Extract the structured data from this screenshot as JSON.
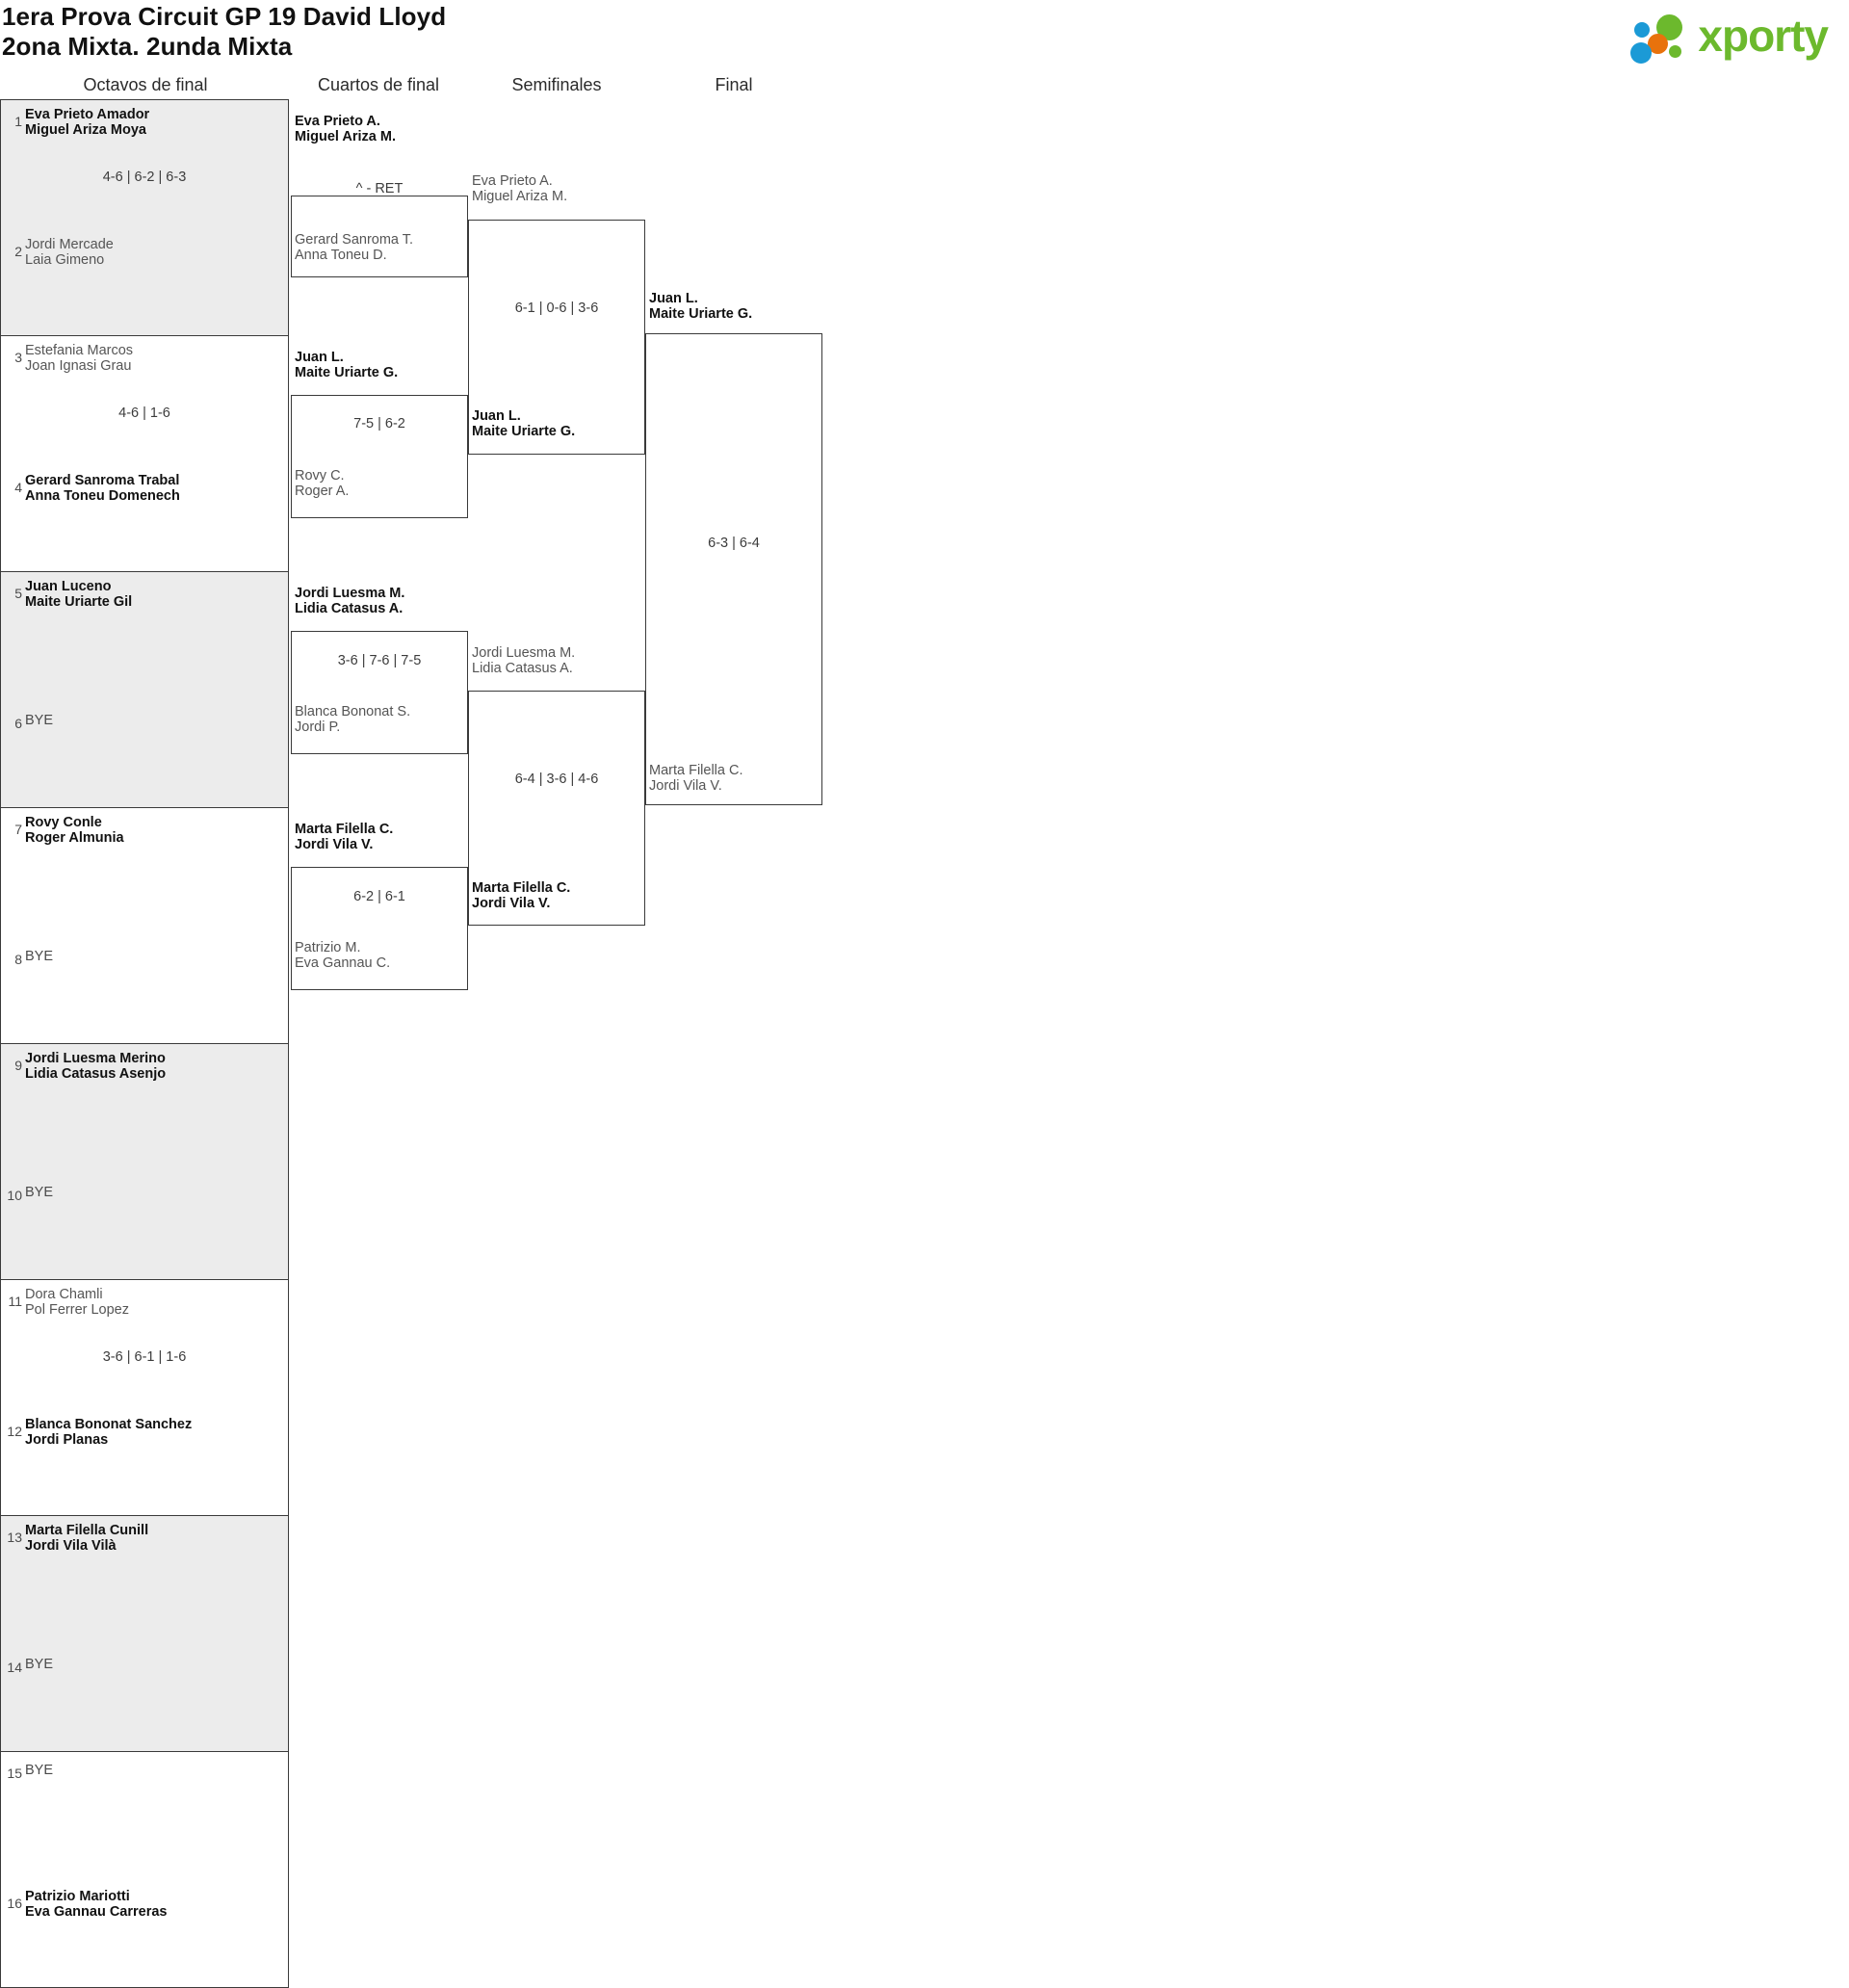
{
  "header": {
    "title_line1": "1era Prova Circuit GP 19 David Lloyd",
    "title_line2": "2ona Mixta. 2unda Mixta",
    "logo_word": "xporty",
    "logo_colors": {
      "green": "#6cb92d",
      "blue": "#1b9ad6",
      "orange": "#e8720c"
    }
  },
  "rounds": [
    {
      "label": "Octavos de final"
    },
    {
      "label": "Cuartos de final"
    },
    {
      "label": "Semifinales"
    },
    {
      "label": "Final"
    }
  ],
  "round1": {
    "matches": [
      {
        "shaded": true,
        "score": "4-6 | 6-2 | 6-3",
        "top": {
          "seed": "1",
          "line1": "Eva Prieto Amador",
          "line2": "Miguel Ariza Moya",
          "winner": true,
          "bye": false
        },
        "bottom": {
          "seed": "2",
          "line1": "Jordi Mercade",
          "line2": "Laia Gimeno",
          "winner": false,
          "bye": false
        }
      },
      {
        "shaded": false,
        "score": "4-6 | 1-6",
        "top": {
          "seed": "3",
          "line1": "Estefania Marcos",
          "line2": "Joan Ignasi Grau",
          "winner": false,
          "bye": false
        },
        "bottom": {
          "seed": "4",
          "line1": "Gerard Sanroma Trabal",
          "line2": "Anna Toneu Domenech",
          "winner": true,
          "bye": false
        }
      },
      {
        "shaded": true,
        "score": "",
        "top": {
          "seed": "5",
          "line1": "Juan Luceno",
          "line2": "Maite Uriarte Gil",
          "winner": true,
          "bye": false
        },
        "bottom": {
          "seed": "6",
          "line1": "BYE",
          "line2": "",
          "winner": false,
          "bye": true
        }
      },
      {
        "shaded": false,
        "score": "",
        "top": {
          "seed": "7",
          "line1": "Rovy Conle",
          "line2": "Roger Almunia",
          "winner": true,
          "bye": false
        },
        "bottom": {
          "seed": "8",
          "line1": "BYE",
          "line2": "",
          "winner": false,
          "bye": true
        }
      },
      {
        "shaded": true,
        "score": "",
        "top": {
          "seed": "9",
          "line1": "Jordi Luesma Merino",
          "line2": "Lidia Catasus Asenjo",
          "winner": true,
          "bye": false
        },
        "bottom": {
          "seed": "10",
          "line1": "BYE",
          "line2": "",
          "winner": false,
          "bye": true
        }
      },
      {
        "shaded": false,
        "score": "3-6 | 6-1 | 1-6",
        "top": {
          "seed": "11",
          "line1": "Dora Chamli",
          "line2": "Pol Ferrer Lopez",
          "winner": false,
          "bye": false
        },
        "bottom": {
          "seed": "12",
          "line1": "Blanca Bononat Sanchez",
          "line2": "Jordi Planas",
          "winner": true,
          "bye": false
        }
      },
      {
        "shaded": true,
        "score": "",
        "top": {
          "seed": "13",
          "line1": "Marta Filella Cunill",
          "line2": "Jordi Vila Vilà",
          "winner": true,
          "bye": false
        },
        "bottom": {
          "seed": "14",
          "line1": "BYE",
          "line2": "",
          "winner": false,
          "bye": true
        }
      },
      {
        "shaded": false,
        "score": "",
        "top": {
          "seed": "15",
          "line1": "BYE",
          "line2": "",
          "winner": false,
          "bye": true
        },
        "bottom": {
          "seed": "16",
          "line1": "Patrizio Mariotti",
          "line2": "Eva Gannau Carreras",
          "winner": true,
          "bye": false
        }
      }
    ]
  },
  "round2": {
    "matches": [
      {
        "score": "^ - RET",
        "top": {
          "line1": "Eva Prieto A.",
          "line2": "Miguel Ariza M.",
          "winner": true
        },
        "bottom": {
          "line1": "Gerard Sanroma T.",
          "line2": "Anna Toneu D.",
          "winner": false
        }
      },
      {
        "score": "7-5 | 6-2",
        "top": {
          "line1": "Juan L.",
          "line2": "Maite Uriarte G.",
          "winner": true
        },
        "bottom": {
          "line1": "Rovy C.",
          "line2": "Roger A.",
          "winner": false
        }
      },
      {
        "score": "3-6 | 7-6 | 7-5",
        "top": {
          "line1": "Jordi Luesma M.",
          "line2": "Lidia Catasus A.",
          "winner": true
        },
        "bottom": {
          "line1": "Blanca Bononat S.",
          "line2": "Jordi P.",
          "winner": false
        }
      },
      {
        "score": "6-2 | 6-1",
        "top": {
          "line1": "Marta Filella C.",
          "line2": "Jordi Vila V.",
          "winner": true
        },
        "bottom": {
          "line1": "Patrizio M.",
          "line2": "Eva Gannau C.",
          "winner": false
        }
      }
    ]
  },
  "round3": {
    "matches": [
      {
        "score": "6-1 | 0-6 | 3-6",
        "top": {
          "line1": "Eva Prieto A.",
          "line2": "Miguel Ariza M.",
          "winner": false
        },
        "bottom": {
          "line1": "Juan L.",
          "line2": "Maite Uriarte G.",
          "winner": true
        }
      },
      {
        "score": "6-4 | 3-6 | 4-6",
        "top": {
          "line1": "Jordi Luesma M.",
          "line2": "Lidia Catasus A.",
          "winner": false
        },
        "bottom": {
          "line1": "Marta Filella C.",
          "line2": "Jordi Vila V.",
          "winner": true
        }
      }
    ]
  },
  "round4": {
    "matches": [
      {
        "score": "6-3 | 6-4",
        "top": {
          "line1": "Juan L.",
          "line2": "Maite Uriarte G.",
          "winner": true
        },
        "bottom": {
          "line1": "Marta Filella C.",
          "line2": "Jordi Vila V.",
          "winner": false
        }
      }
    ]
  }
}
